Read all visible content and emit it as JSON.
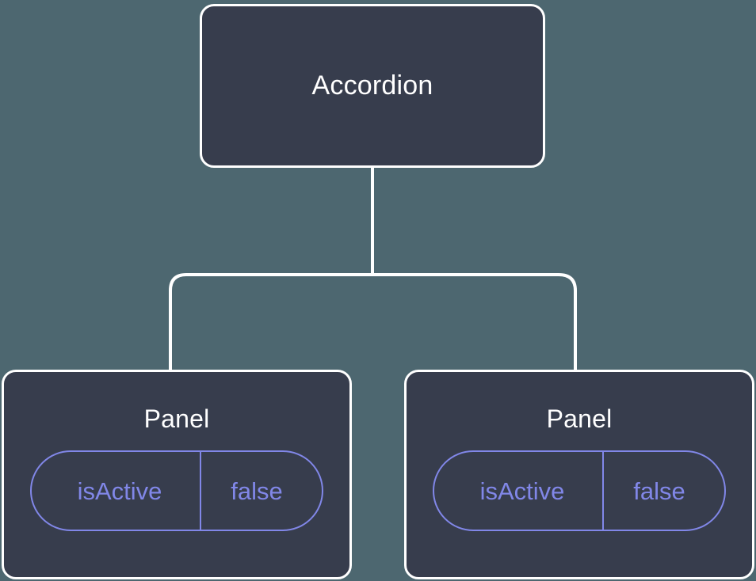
{
  "diagram": {
    "type": "component-tree",
    "background_color": "#4d6770",
    "node_fill_color": "#373d4d",
    "node_border_color": "#ffffff",
    "accent_color": "#8187e8",
    "title_color": "#ffffff",
    "edge_color": "#ffffff"
  },
  "root": {
    "label": "Accordion"
  },
  "children": [
    {
      "label": "Panel",
      "props": [
        {
          "key": "isActive",
          "value": "false"
        }
      ]
    },
    {
      "label": "Panel",
      "props": [
        {
          "key": "isActive",
          "value": "false"
        }
      ]
    }
  ]
}
